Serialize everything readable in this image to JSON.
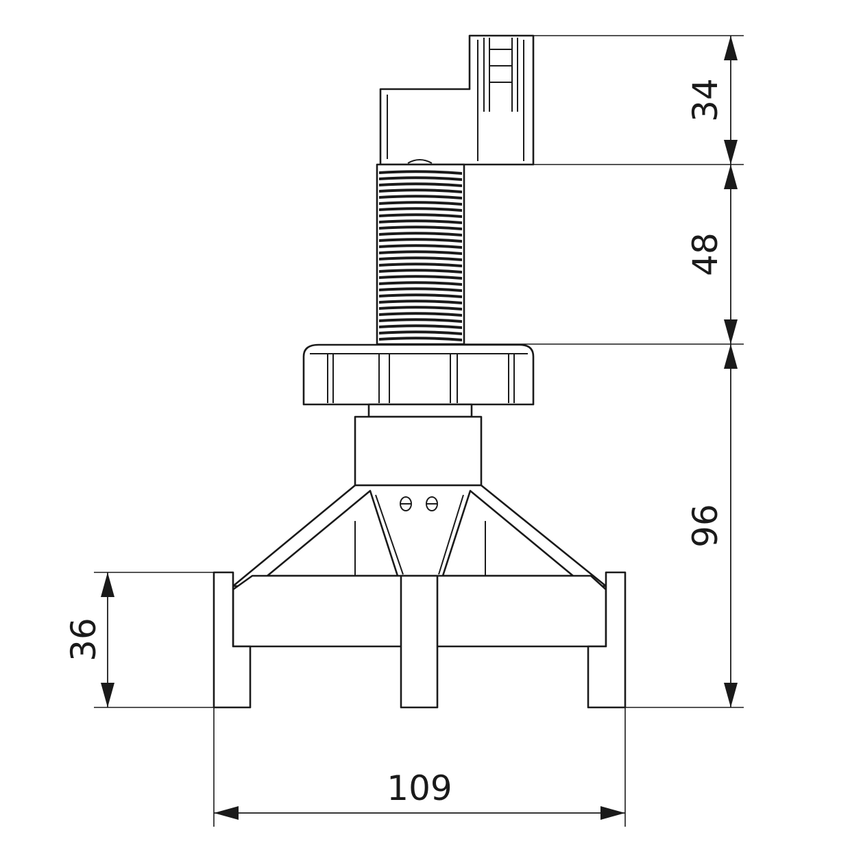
{
  "dimensions": {
    "top_height": "34",
    "thread_length": "48",
    "base_height": "96",
    "foot_height": "36",
    "overall_width": "109"
  },
  "colors": {
    "line": "#1a1a1a",
    "background": "#ffffff"
  }
}
